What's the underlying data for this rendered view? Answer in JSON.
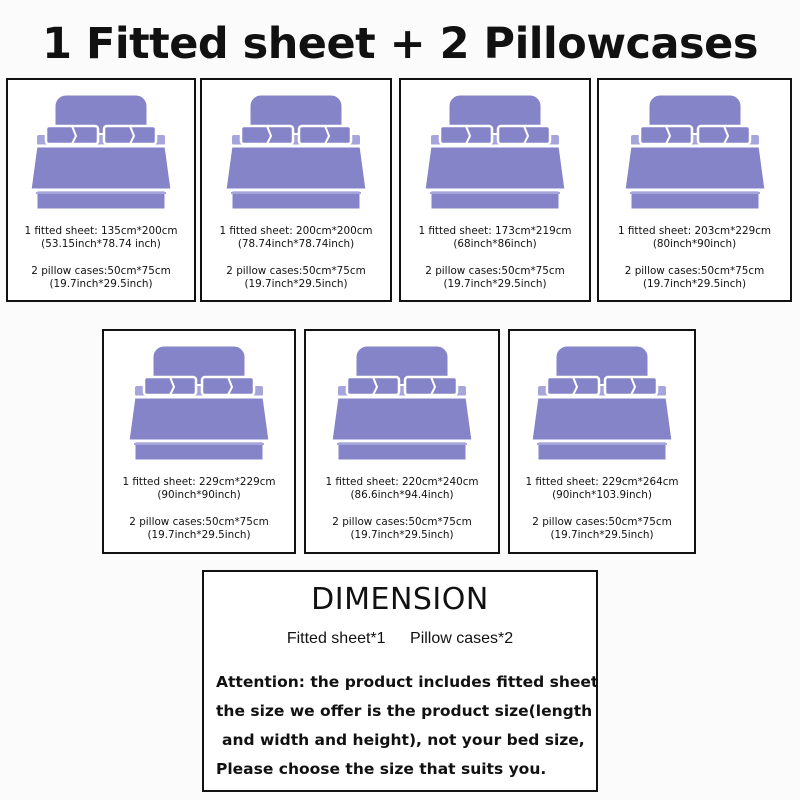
{
  "title": "1 Fitted sheet + 2 Pillowcases",
  "colors": {
    "bed": "#8584c8",
    "bed_light": "#a6a5db",
    "outline": "#ffffff",
    "border": "#111111"
  },
  "icons": {
    "bed": "bed-icon"
  },
  "cards": [
    {
      "sheet": "1 fitted sheet: 135cm*200cm",
      "sheet_inch": "(53.15inch*78.74 inch)",
      "pillow": "2 pillow cases:50cm*75cm",
      "pillow_inch": "(19.7inch*29.5inch)"
    },
    {
      "sheet": "1 fitted sheet: 200cm*200cm",
      "sheet_inch": "(78.74inch*78.74inch)",
      "pillow": "2 pillow cases:50cm*75cm",
      "pillow_inch": "(19.7inch*29.5inch)"
    },
    {
      "sheet": "1 fitted sheet: 173cm*219cm",
      "sheet_inch": "(68inch*86inch)",
      "pillow": "2 pillow cases:50cm*75cm",
      "pillow_inch": "(19.7inch*29.5inch)"
    },
    {
      "sheet": "1 fitted sheet: 203cm*229cm",
      "sheet_inch": "(80inch*90inch)",
      "pillow": "2 pillow cases:50cm*75cm",
      "pillow_inch": "(19.7inch*29.5inch)"
    },
    {
      "sheet": "1 fitted sheet: 229cm*229cm",
      "sheet_inch": "(90inch*90inch)",
      "pillow": "2 pillow cases:50cm*75cm",
      "pillow_inch": "(19.7inch*29.5inch)"
    },
    {
      "sheet": "1 fitted sheet: 220cm*240cm",
      "sheet_inch": "(86.6inch*94.4inch)",
      "pillow": "2 pillow cases:50cm*75cm",
      "pillow_inch": "(19.7inch*29.5inch)"
    },
    {
      "sheet": "1 fitted sheet: 229cm*264cm",
      "sheet_inch": "(90inch*103.9inch)",
      "pillow": "2 pillow cases:50cm*75cm",
      "pillow_inch": "(19.7inch*29.5inch)"
    }
  ],
  "dimension": {
    "title": "DIMENSION",
    "sub_sheet": "Fitted sheet*1",
    "sub_pillow": "Pillow cases*2",
    "lines": [
      "Attention: the product includes fitted sheet",
      "the size we offer is the product size(length",
      "and width and height), not your bed size,",
      "Please choose the size that suits you."
    ]
  }
}
